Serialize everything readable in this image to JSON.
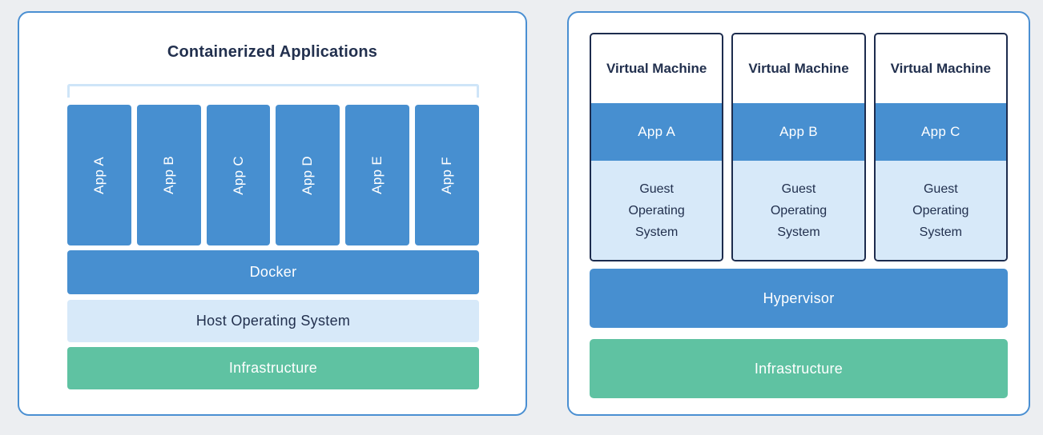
{
  "colors": {
    "background": "#eceef1",
    "panel_bg": "#ffffff",
    "panel_border": "#4a8fd2",
    "box_blue": "#478fd0",
    "box_light_blue": "#d7e9f9",
    "box_green": "#5fc2a2",
    "text_dark": "#22304e",
    "text_light": "#ffffff",
    "bracket": "#cfe5f8",
    "vm_border": "#1d2c4e"
  },
  "left_panel": {
    "title": "Containerized Applications",
    "apps": [
      {
        "label": "App A"
      },
      {
        "label": "App B"
      },
      {
        "label": "App C"
      },
      {
        "label": "App D"
      },
      {
        "label": "App E"
      },
      {
        "label": "App F"
      }
    ],
    "layers": [
      {
        "label": "Docker"
      },
      {
        "label": "Host Operating System"
      },
      {
        "label": "Infrastructure"
      }
    ]
  },
  "right_panel": {
    "vms": [
      {
        "title": "Virtual Machine",
        "app": "App A",
        "os": "Guest Operating System"
      },
      {
        "title": "Virtual Machine",
        "app": "App B",
        "os": "Guest Operating System"
      },
      {
        "title": "Virtual Machine",
        "app": "App C",
        "os": "Guest Operating System"
      }
    ],
    "layers": [
      {
        "label": "Hypervisor"
      },
      {
        "label": "Infrastructure"
      }
    ]
  }
}
